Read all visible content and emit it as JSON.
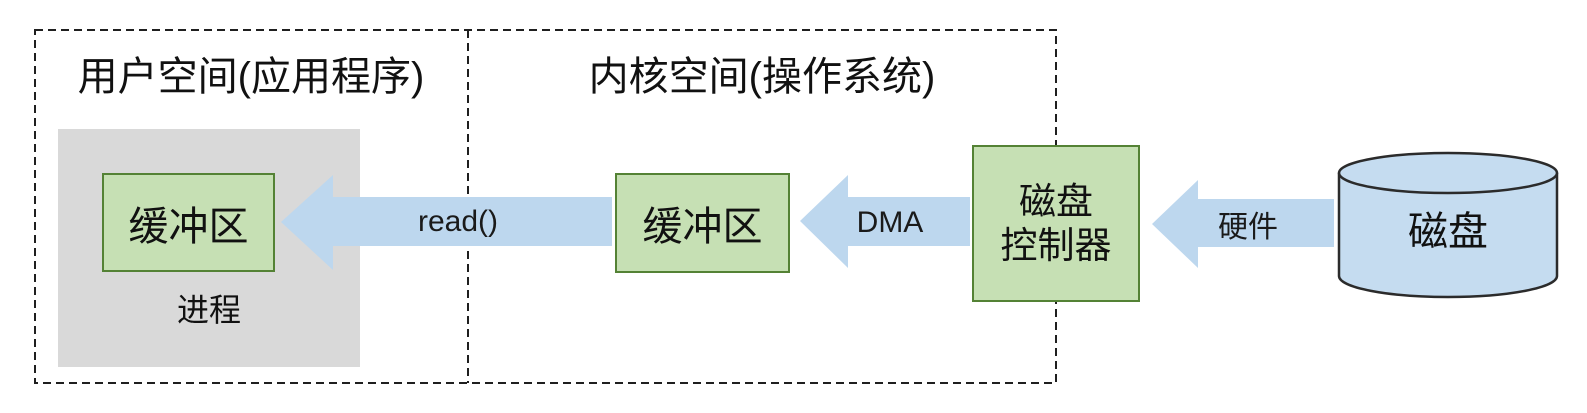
{
  "diagram": {
    "user_space": {
      "title": "用户空间(应用程序)",
      "buffer_label": "缓冲区",
      "process_label": "进程"
    },
    "kernel_space": {
      "title": "内核空间(操作系统)",
      "buffer_label": "缓冲区"
    },
    "disk_controller": {
      "line1": "磁盘",
      "line2": "控制器"
    },
    "disk": {
      "label": "磁盘"
    },
    "arrows": {
      "read_label": "read()",
      "dma_label": "DMA",
      "hardware_label": "硬件"
    },
    "colors": {
      "box_green_fill": "#c6e0b4",
      "box_green_border": "#548235",
      "process_gray": "#d9d9d9",
      "arrow_blue": "#bdd7ee",
      "cylinder_fill": "#c5dcf0",
      "cylinder_stroke": "#2b2b2b",
      "dashed_border": "#1f1f1f",
      "text": "#111111"
    }
  }
}
